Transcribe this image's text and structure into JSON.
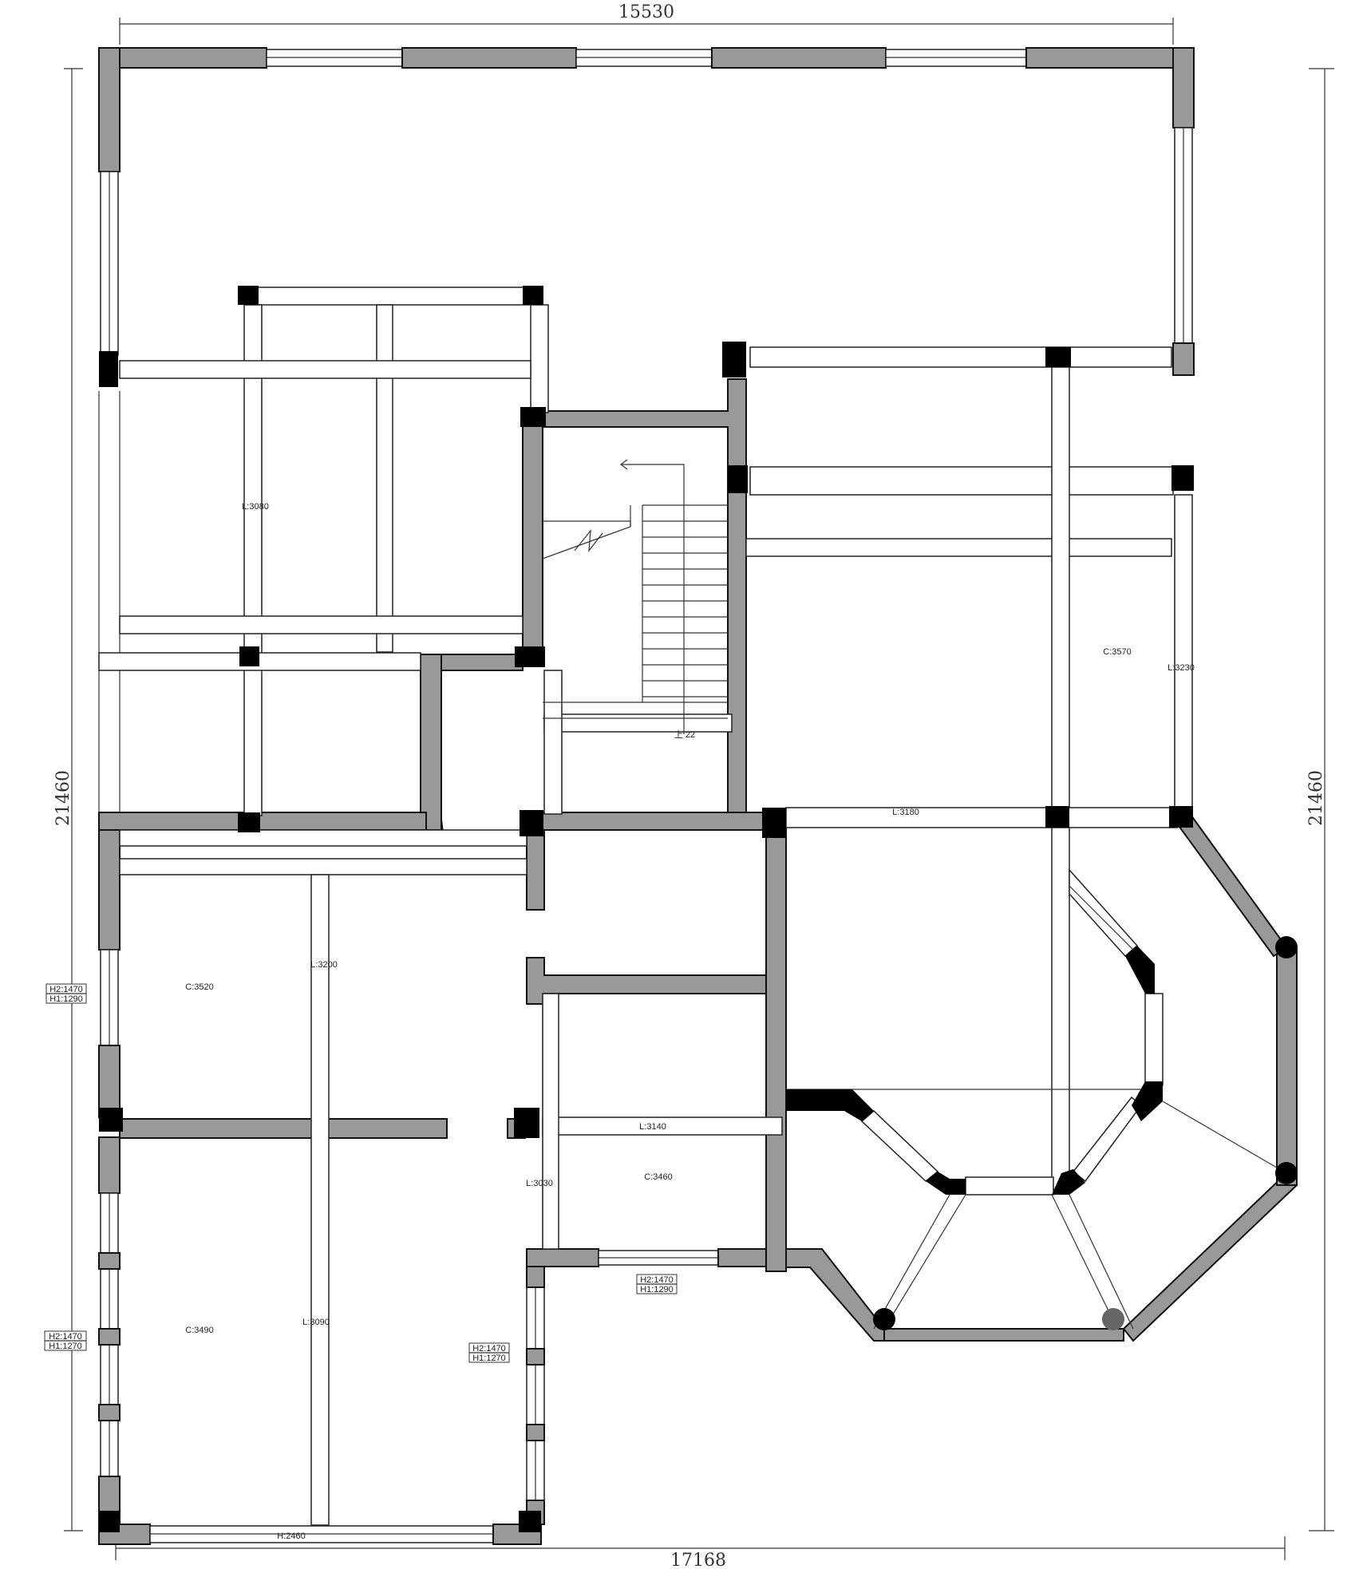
{
  "dimensions": {
    "top": "15530",
    "bottom": "17168",
    "left": "21460",
    "right": "21460"
  },
  "room_labels": {
    "l3080": "L:3080",
    "c3570": "C:3570",
    "l3230": "L:3230",
    "stair_up": "上 22",
    "l3180": "L:3180",
    "c3520": "C:3520",
    "l3200": "L:3200",
    "l3140": "L:3140",
    "l3030": "L:3030",
    "c3460": "C:3460",
    "c3490": "C:3490",
    "l3090": "L:3090",
    "h2460": "H:2460"
  },
  "window_heights": {
    "left_upper": {
      "h2": "H2:1470",
      "h1": "H1:1290"
    },
    "left_lower": {
      "h2": "H2:1470",
      "h1": "H1:1270"
    },
    "center": {
      "h2": "H2:1470",
      "h1": "H1:1270"
    },
    "bottom_window": {
      "h2": "H2:1470",
      "h1": "H1:1290"
    }
  },
  "colors": {
    "wall_fill": "#999999",
    "column_fill": "#000000",
    "line": "#222222"
  }
}
